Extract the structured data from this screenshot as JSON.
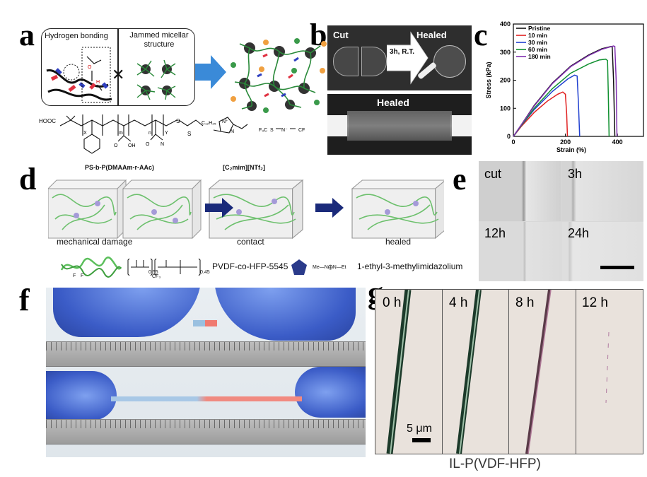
{
  "panel_labels": {
    "a": "a",
    "b": "b",
    "c": "c",
    "d": "d",
    "e": "e",
    "f": "f",
    "g": "g"
  },
  "panel_a": {
    "box1_title": "Hydrogen bonding",
    "box2_title_line1": "Jammed micellar",
    "box2_title_line2": "structure",
    "cross": "✕",
    "chem_left": {
      "hooc": "HOOC",
      "x": "X",
      "m": "m",
      "n": "n",
      "y": "Y",
      "s1": "S",
      "s2": "S",
      "c12": "C₁₂H₂₅",
      "oh": "O",
      "ooh": "OH",
      "on": "O",
      "nn": "N"
    },
    "chem_right": {
      "n1": "N⁺",
      "n2": "N",
      "f3c": "F₃C",
      "s": "S",
      "nm": "N⁻",
      "cf": "CF"
    },
    "polymer_label": "PS-b-P(DMAAm-r-AAc)",
    "ionic_label": "[C₂mim][NTf₂]"
  },
  "panel_b": {
    "cut_label": "Cut",
    "healed_label": "Healed",
    "arrow_label": "3h, R.T.",
    "healed_label2": "Healed"
  },
  "chart_data": {
    "type": "line",
    "xlabel": "Strain (%)",
    "ylabel": "Stress (kPa)",
    "xlim": [
      0,
      500
    ],
    "ylim": [
      0,
      400
    ],
    "xticks": [
      0,
      200,
      400
    ],
    "yticks": [
      0,
      100,
      200,
      300,
      400
    ],
    "grid": false,
    "legend_position": "top-left",
    "series": [
      {
        "name": "Pristine",
        "color": "#111111",
        "points": [
          [
            0,
            0
          ],
          [
            30,
            40
          ],
          [
            80,
            110
          ],
          [
            150,
            190
          ],
          [
            220,
            250
          ],
          [
            290,
            290
          ],
          [
            340,
            312
          ],
          [
            375,
            320
          ],
          [
            380,
            318
          ],
          [
            385,
            200
          ],
          [
            390,
            0
          ]
        ]
      },
      {
        "name": "10 min",
        "color": "#e02020",
        "points": [
          [
            0,
            0
          ],
          [
            30,
            35
          ],
          [
            80,
            85
          ],
          [
            130,
            125
          ],
          [
            170,
            150
          ],
          [
            190,
            158
          ],
          [
            200,
            150
          ],
          [
            205,
            80
          ],
          [
            208,
            0
          ]
        ]
      },
      {
        "name": "30 min",
        "color": "#2040d0",
        "points": [
          [
            0,
            0
          ],
          [
            30,
            38
          ],
          [
            80,
            95
          ],
          [
            150,
            160
          ],
          [
            210,
            205
          ],
          [
            235,
            218
          ],
          [
            245,
            215
          ],
          [
            250,
            120
          ],
          [
            255,
            0
          ]
        ]
      },
      {
        "name": "60 min",
        "color": "#109030",
        "points": [
          [
            0,
            0
          ],
          [
            30,
            38
          ],
          [
            80,
            100
          ],
          [
            150,
            170
          ],
          [
            220,
            225
          ],
          [
            290,
            258
          ],
          [
            330,
            272
          ],
          [
            355,
            275
          ],
          [
            362,
            270
          ],
          [
            365,
            150
          ],
          [
            368,
            0
          ]
        ]
      },
      {
        "name": "180 min",
        "color": "#8030b0",
        "points": [
          [
            0,
            0
          ],
          [
            30,
            40
          ],
          [
            80,
            108
          ],
          [
            150,
            188
          ],
          [
            220,
            248
          ],
          [
            290,
            288
          ],
          [
            340,
            310
          ],
          [
            385,
            322
          ],
          [
            390,
            320
          ],
          [
            395,
            200
          ],
          [
            398,
            0
          ]
        ]
      }
    ]
  },
  "panel_d": {
    "caption1": "mechanical damage",
    "caption2": "contact",
    "caption3": "healed",
    "chem_label": "PVDF-co-HFP-5545",
    "sub1": "0.55",
    "sub2": "0.45",
    "cf3": "CF₃",
    "f1": "F",
    "f2": "F",
    "ionic_chem": "Me—N⨁N—Et",
    "ionic_label": "1-ethyl-3-methylimidazolium"
  },
  "panel_e": {
    "t1": "cut",
    "t2": "3h",
    "t3": "12h",
    "t4": "24h"
  },
  "panel_g": {
    "t1": "0 h",
    "t2": "4 h",
    "t3": "8 h",
    "t4": "12 h",
    "scale": "5 μm",
    "caption": "IL-P(VDF-HFP)"
  }
}
